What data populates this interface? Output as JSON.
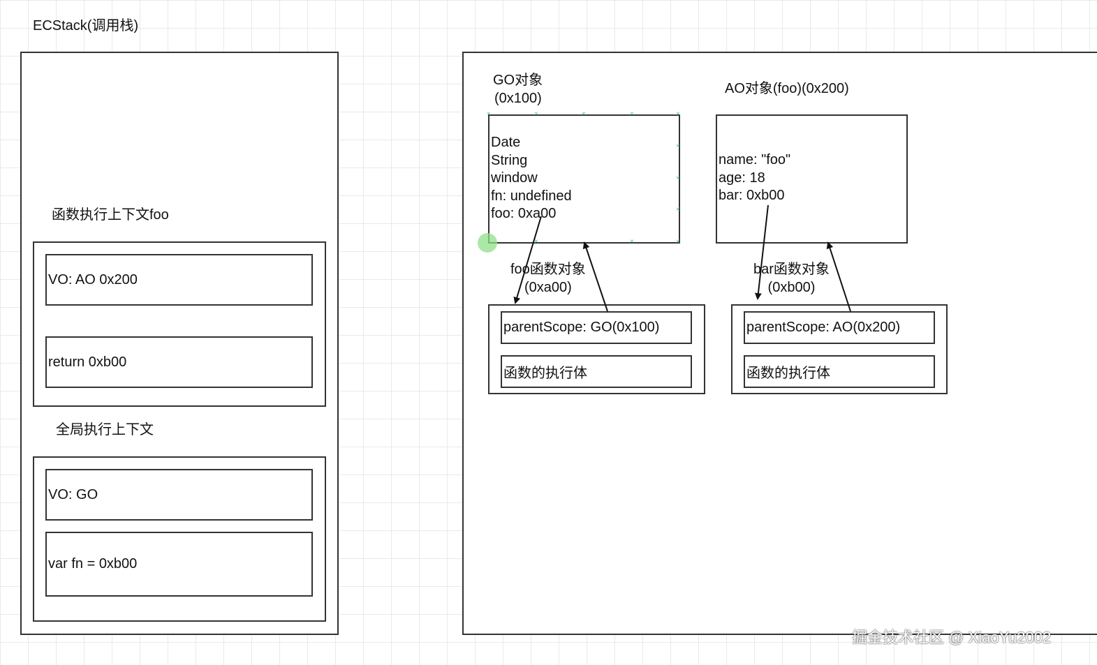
{
  "ecstack": {
    "title": "ECStack(调用栈)",
    "foo_context": {
      "label": "函数执行上下文foo",
      "vo": "VO: AO 0x200",
      "ret": "return 0xb00"
    },
    "global_context": {
      "label": "全局执行上下文",
      "vo": "VO: GO",
      "var": "var fn = 0xb00"
    }
  },
  "heap": {
    "go": {
      "title_line1": "GO对象",
      "title_line2": "(0x100)",
      "props": [
        "Date",
        "String",
        "window",
        "fn: undefined",
        "foo: 0xa00"
      ]
    },
    "ao": {
      "title": "AO对象(foo)(0x200)",
      "props": [
        "name: \"foo\"",
        "age: 18",
        "bar: 0xb00"
      ]
    },
    "foo_fn": {
      "label_line1": "foo函数对象",
      "label_line2": "(0xa00)",
      "parent_scope": "parentScope: GO(0x100)",
      "body": "函数的执行体"
    },
    "bar_fn": {
      "label_line1": "bar函数对象",
      "label_line2": "(0xb00)",
      "parent_scope": "parentScope: AO(0x200)",
      "body": "函数的执行体"
    }
  },
  "watermark": "掘金技术社区 @ XiaoYu2002",
  "colors": {
    "border": "#333333",
    "grid": "#e9e9e9",
    "selection_handle": "#4ab7a8",
    "cursor_dot": "#8fe08a"
  }
}
